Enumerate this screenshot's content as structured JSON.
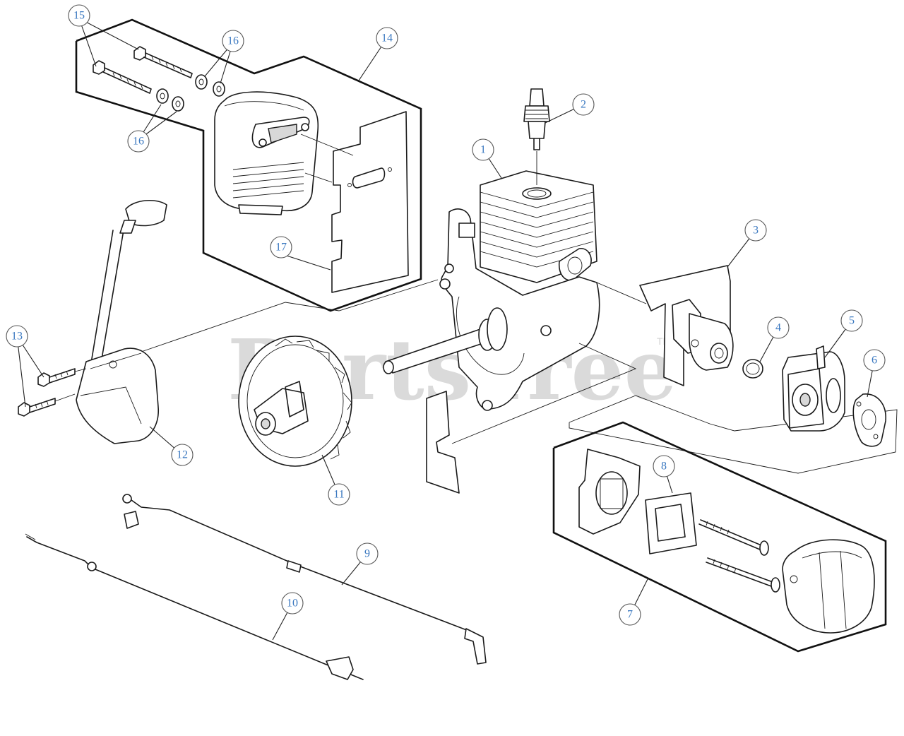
{
  "watermark": {
    "text": "PartsTree",
    "trademark": "TM"
  },
  "callouts": {
    "c1": "1",
    "c2": "2",
    "c3": "3",
    "c4": "4",
    "c5": "5",
    "c6": "6",
    "c7": "7",
    "c8": "8",
    "c9": "9",
    "c10": "10",
    "c11": "11",
    "c12": "12",
    "c13": "13",
    "c14": "14",
    "c15": "15",
    "c16a": "16",
    "c16b": "16",
    "c17": "17"
  }
}
